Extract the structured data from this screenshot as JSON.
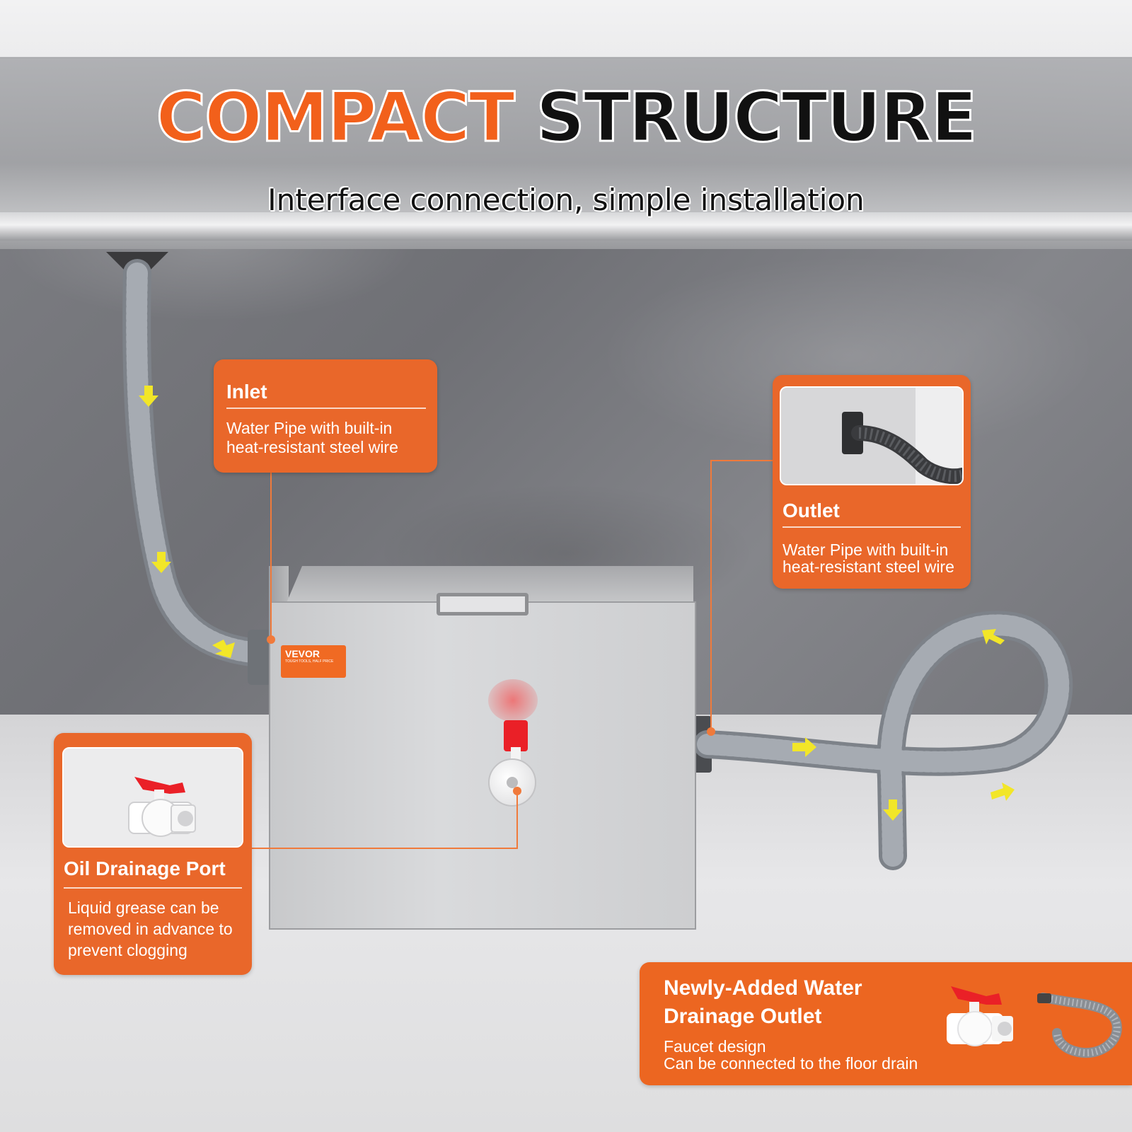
{
  "headline": {
    "word1": "COMPACT",
    "word2": "STRUCTURE"
  },
  "subheadline": "Interface connection, simple installation",
  "brand_plate": {
    "brand": "VEVOR",
    "tagline": "TOUGH TOOLS, HALF PRICE"
  },
  "callouts": {
    "inlet": {
      "title": "Inlet",
      "line1": "Water Pipe with built-in",
      "line2": "heat-resistant steel wire"
    },
    "outlet": {
      "title": "Outlet",
      "line1": "Water Pipe with built-in",
      "line2": "heat-resistant steel wire"
    },
    "oil_drain": {
      "title": "Oil Drainage Port",
      "line1": "Liquid grease can be",
      "line2": "removed in advance to",
      "line3": "prevent clogging"
    },
    "water_drain": {
      "title_line1": "Newly-Added  Water",
      "title_line2": "Drainage Outlet",
      "line1": "Faucet design",
      "line2": "Can be connected to the floor drain"
    }
  },
  "colors": {
    "accent": "#e9672a",
    "headline_orange": "#f2601b",
    "headline_black": "#111111",
    "valve_red": "#ea2027",
    "flow_arrow": "#f2e628"
  }
}
